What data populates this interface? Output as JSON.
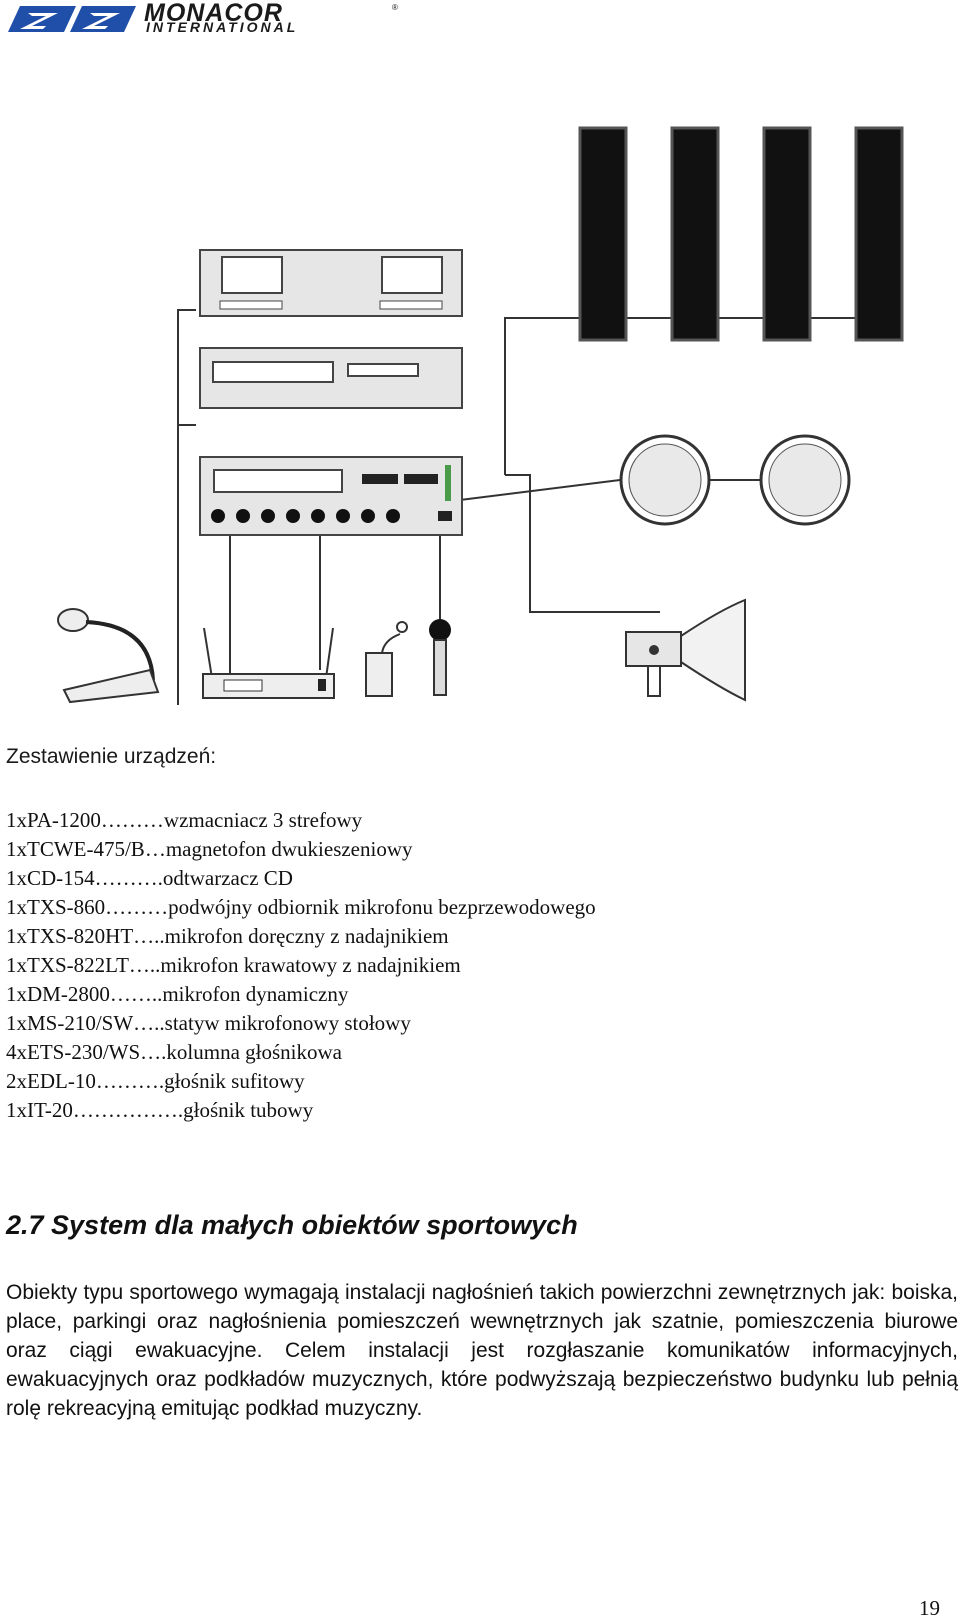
{
  "header": {
    "brand": "MONACOR",
    "subbrand": "INTERNATIONAL",
    "registered_mark": "®"
  },
  "diagram": {
    "icons": [
      "column-speaker-icon",
      "cassette-deck-icon",
      "cd-player-icon",
      "amplifier-icon",
      "ceiling-speaker-icon",
      "horn-speaker-icon",
      "desk-microphone-icon",
      "wireless-receiver-icon",
      "lavalier-microphone-icon",
      "handheld-microphone-icon"
    ]
  },
  "equipment": {
    "heading": "Zestawienie urządzeń:",
    "items": [
      "1xPA-1200………wzmacniacz 3 strefowy",
      "1xTCWE-475/B…magnetofon dwukieszeniowy",
      "1xCD-154……….odtwarzacz CD",
      "1xTXS-860………podwójny odbiornik mikrofonu bezprzewodowego",
      "1xTXS-820HT…..mikrofon doręczny z nadajnikiem",
      "1xTXS-822LT…..mikrofon krawatowy z nadajnikiem",
      "1xDM-2800……..mikrofon dynamiczny",
      "1xMS-210/SW…..statyw mikrofonowy stołowy",
      "4xETS-230/WS….kolumna głośnikowa",
      "2xEDL-10……….głośnik sufitowy",
      "1xIT-20…………….głośnik tubowy"
    ]
  },
  "section": {
    "title": "2.7  System dla małych obiektów sportowych",
    "body": "Obiekty typu sportowego wymagają instalacji nagłośnień takich powierzchni zewnętrznych jak: boiska, place, parkingi oraz nagłośnienia pomieszczeń wewnętrznych jak szatnie, pomieszczenia biurowe oraz ciągi ewakuacyjne. Celem instalacji jest rozgłaszanie komunikatów informacyjnych, ewakuacyjnych oraz podkładów muzycznych, które podwyższają bezpieczeństwo budynku lub pełnią rolę rekreacyjną emitując podkład muzyczny."
  },
  "page": {
    "number": "19"
  },
  "colors": {
    "logo_blue": "#1f4fa8",
    "text": "#111111"
  }
}
